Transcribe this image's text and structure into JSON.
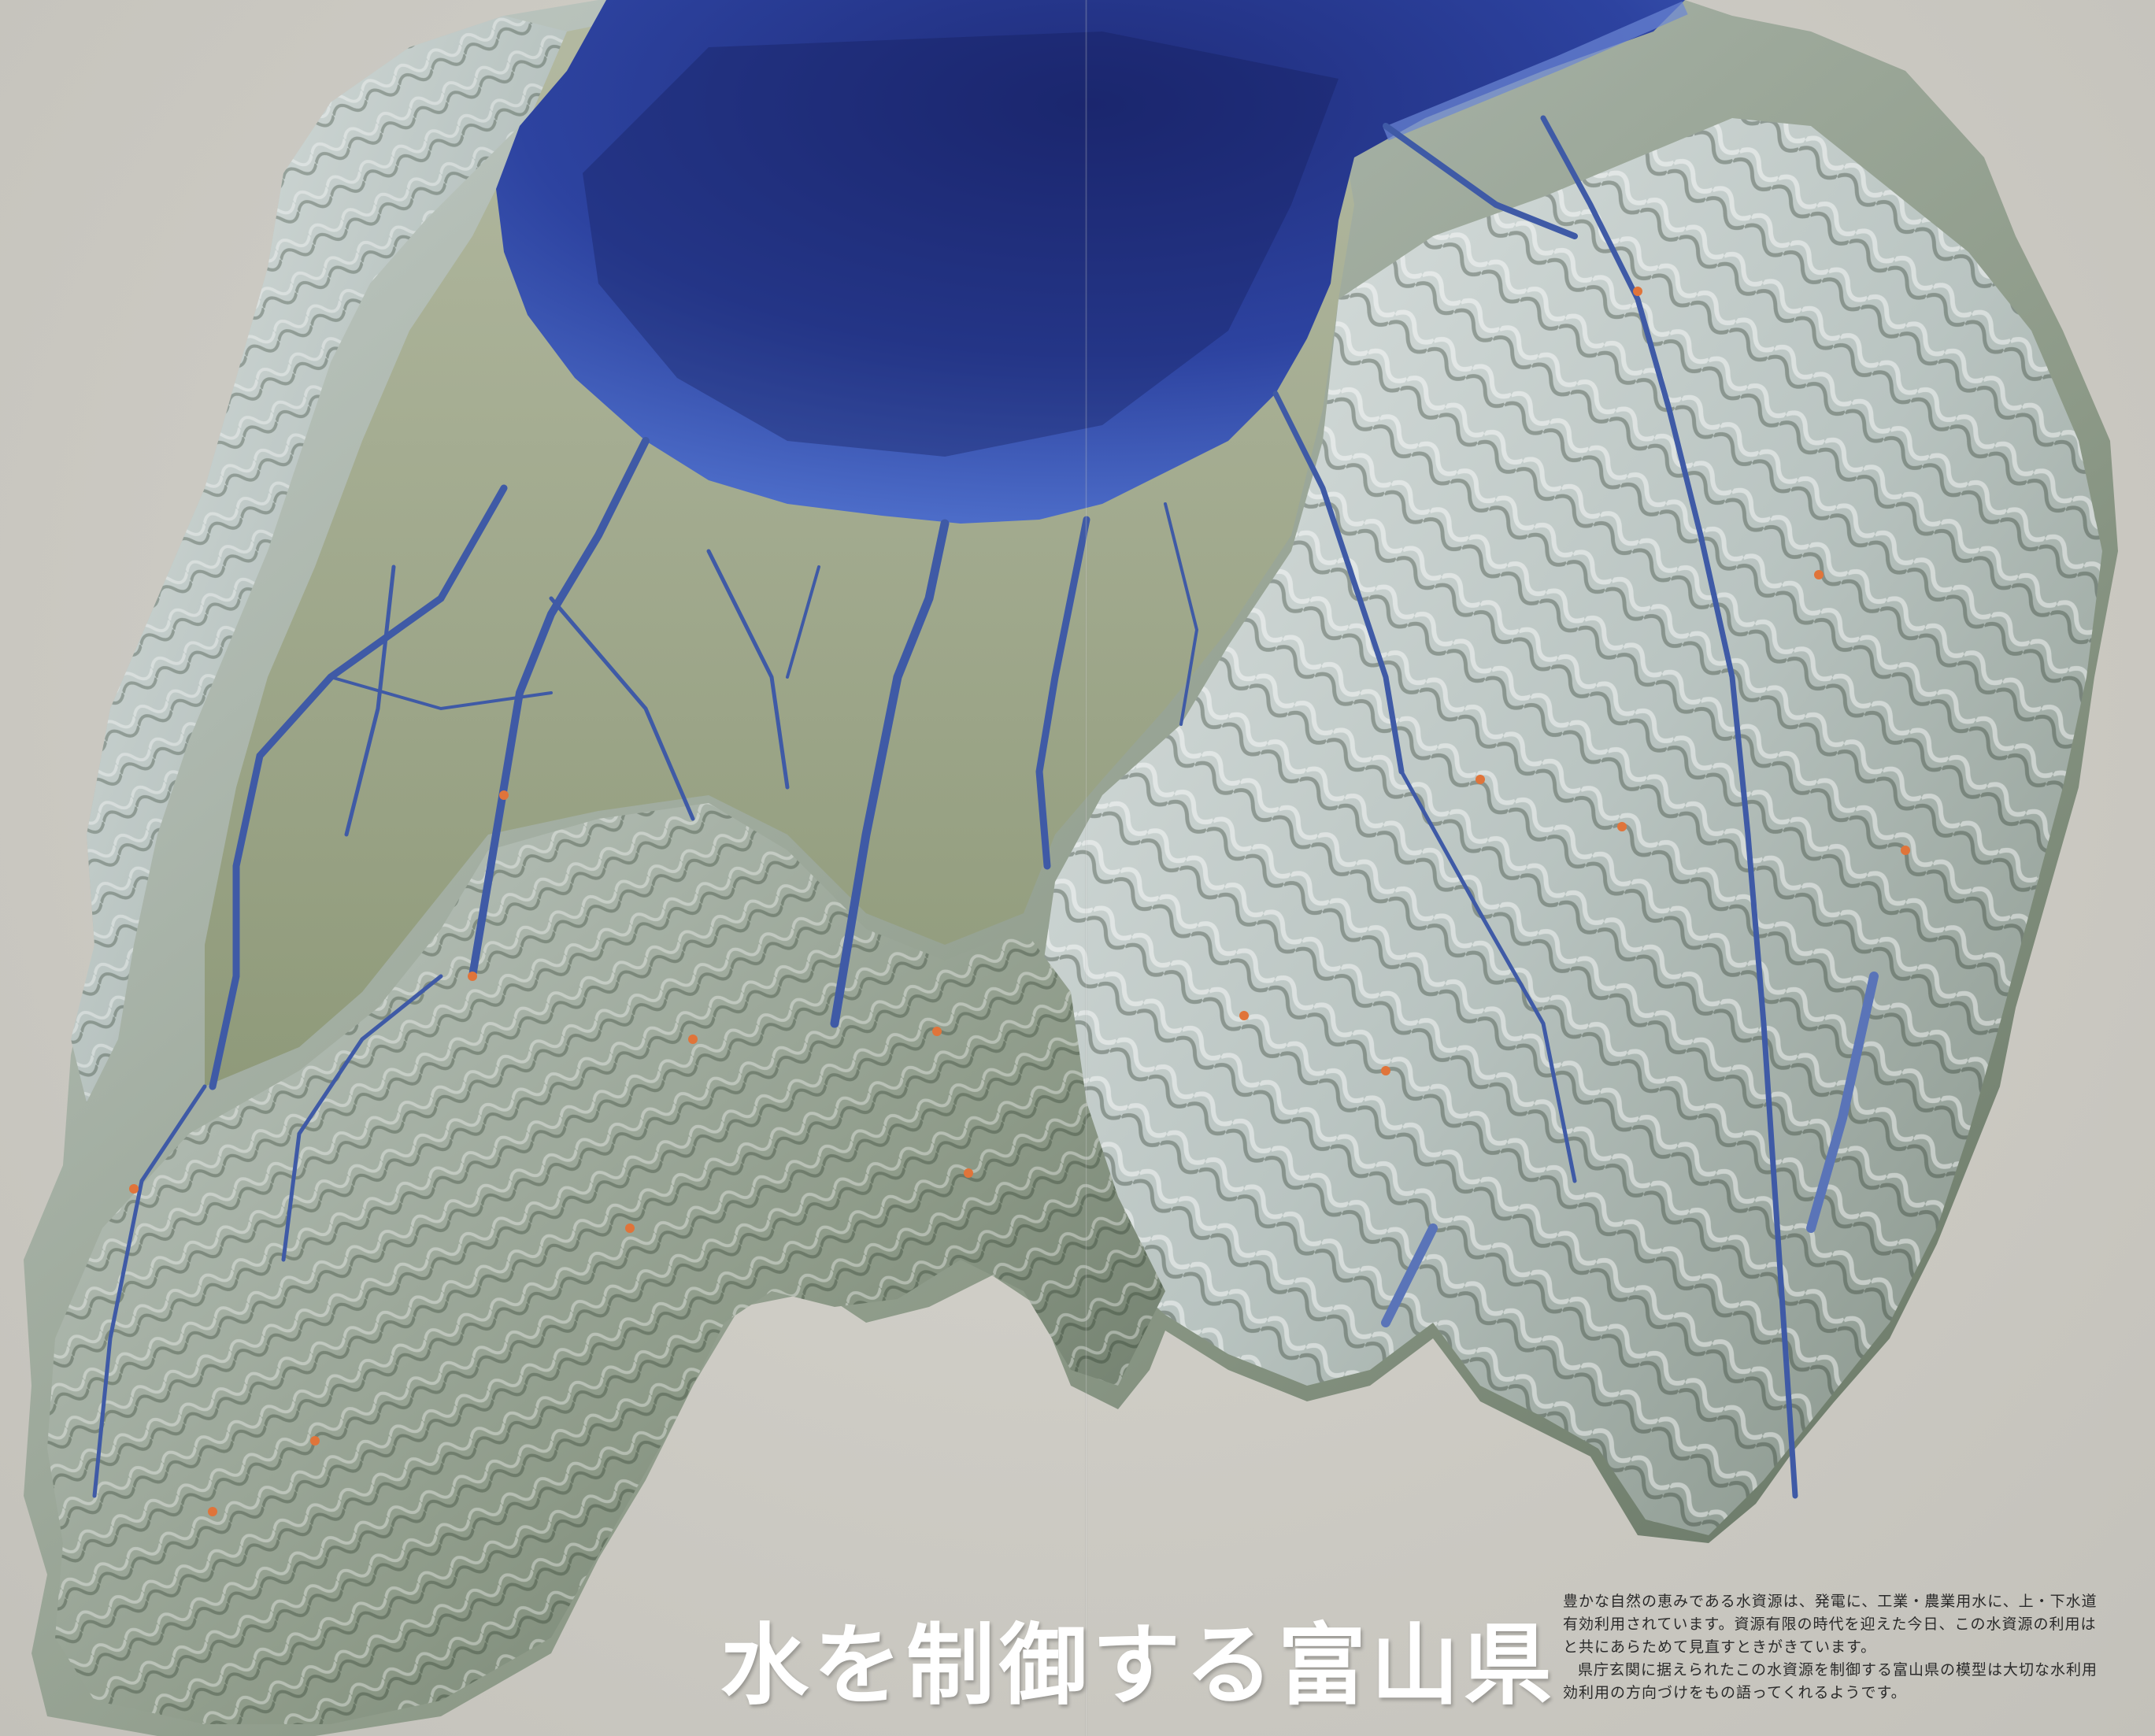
{
  "title": "水を制御する富山県",
  "description": {
    "lines": [
      "豊かな自然の恵みである水資源は、発電に、工業・農業用水に、上・下水道",
      "有効利用されています。資源有限の時代を迎えた今日、この水資源の利用は",
      "と共にあらためて見直すときがきています。",
      "県庁玄関に据えられたこの水資源を制御する富山県の模型は大切な水利用",
      "効利用の方向づけをもの語ってくれるようです。"
    ]
  },
  "colors": {
    "background": "#cfcfc9",
    "bay_deep": "#2b3b8f",
    "bay_shallow": "#4a66c2",
    "plain": "#9ea88b",
    "mountain_light": "#c9d2d2",
    "mountain_dark": "#6f7d6e",
    "river": "#3d5aa8",
    "dam_marker": "#e0743a"
  },
  "map": {
    "feature": "relief model of Toyama Prefecture",
    "elements": [
      "toyama-bay",
      "toyama-plain",
      "mountain-ranges",
      "rivers",
      "dam-markers"
    ]
  }
}
